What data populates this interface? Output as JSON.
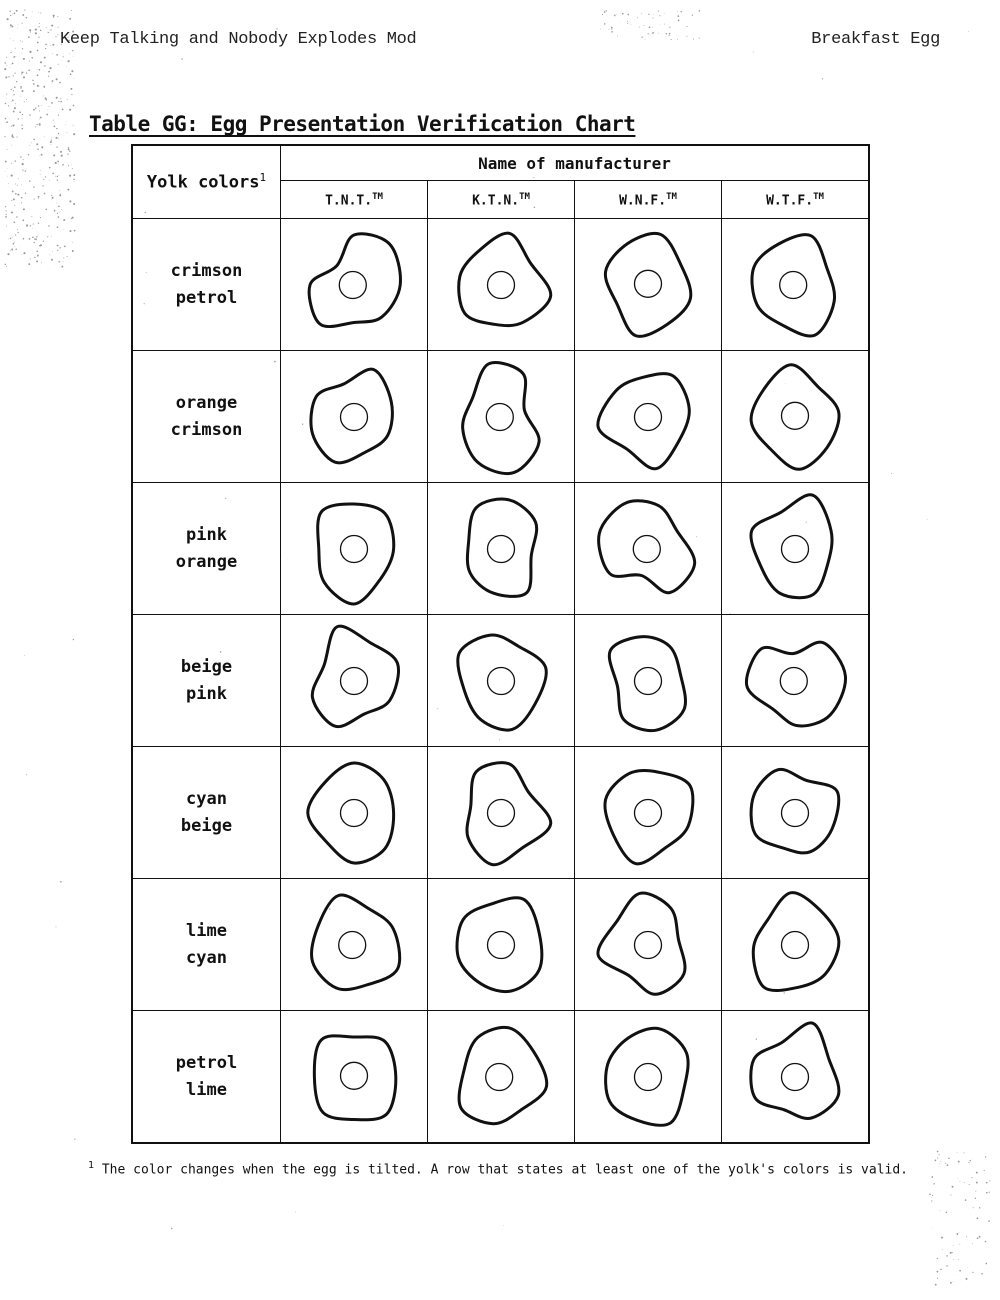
{
  "header": {
    "left": "Keep Talking and Nobody Explodes Mod",
    "right": "Breakfast Egg"
  },
  "table_title": "Table GG: Egg Presentation Verification Chart",
  "table": {
    "corner_label": "Yolk colors",
    "corner_sup": "1",
    "manufacturer_header": "Name of manufacturer",
    "manufacturers": [
      {
        "name": "T.N.T.",
        "tm": "TM"
      },
      {
        "name": "K.T.N.",
        "tm": "TM"
      },
      {
        "name": "W.N.F.",
        "tm": "TM"
      },
      {
        "name": "W.T.F.",
        "tm": "TM"
      }
    ],
    "rows": [
      {
        "colors": [
          "crimson",
          "petrol"
        ]
      },
      {
        "colors": [
          "orange",
          "crimson"
        ]
      },
      {
        "colors": [
          "pink",
          "orange"
        ]
      },
      {
        "colors": [
          "beige",
          "pink"
        ]
      },
      {
        "colors": [
          "cyan",
          "beige"
        ]
      },
      {
        "colors": [
          "lime",
          "cyan"
        ]
      },
      {
        "colors": [
          "petrol",
          "lime"
        ]
      }
    ]
  },
  "footnote": {
    "marker": "1",
    "text": "The color changes when the egg is tilted. A row that states at least one of the yolk's colors is valid."
  }
}
